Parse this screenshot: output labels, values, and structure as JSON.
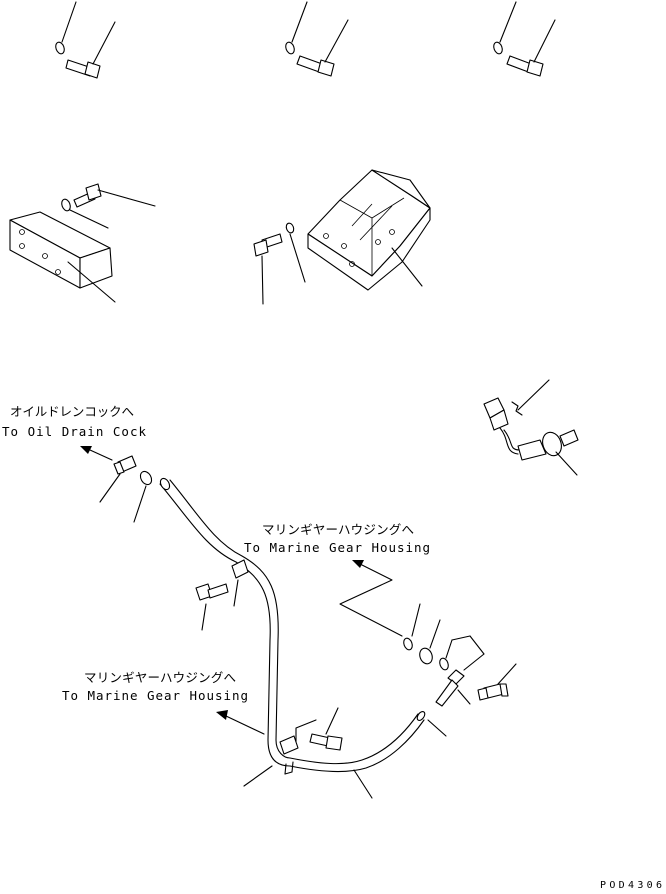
{
  "labels": {
    "oil_drain_jp": "オイルドレンコックへ",
    "oil_drain_en": "To Oil Drain Cock",
    "marine_gear_upper_jp": "マリンギヤーハウジングへ",
    "marine_gear_upper_en": "To Marine Gear Housing",
    "marine_gear_lower_jp": "マリンギヤーハウジングへ",
    "marine_gear_lower_en": "To Marine Gear Housing"
  },
  "drawing_code": "POD4306"
}
